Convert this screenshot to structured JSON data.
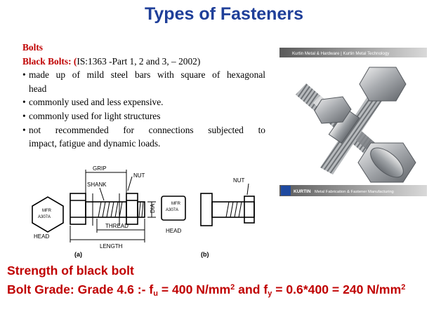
{
  "title": "Types of Fasteners",
  "bolts_heading": "Bolts",
  "black_bolts": {
    "label": "Black Bolts: ",
    "ref_open": "(",
    "ref_text": "IS:1363 -Part 1, 2 and 3, – 2002)"
  },
  "bullets": [
    {
      "line1": "made up of mild steel bars with square of hexagonal",
      "line2": "head"
    },
    {
      "line1": "commonly used and less expensive.",
      "line2": ""
    },
    {
      "line1": "commonly used for light structures",
      "line2": ""
    },
    {
      "line1": "not recommended for connections subjected to",
      "line2": "impact, fatigue and dynamic loads."
    }
  ],
  "bullet_char": "•",
  "photo": {
    "banner_top": "Kurtin Metal & Hardware | Kurtin Metal Technology",
    "banner_bottom_brand": "KURTIN",
    "banner_bottom_text": "Metal Fabrication & Fastener Manufacturing"
  },
  "diagram": {
    "grip": "GRIP",
    "nut_a": "NUT",
    "shank": "SHANK",
    "dia": "DIA",
    "thread": "THREAD",
    "length": "LENGTH",
    "head_a": "HEAD",
    "mfr": "MFR",
    "grade": "A307A",
    "nut_b": "NUT",
    "head_b": "HEAD",
    "label_a": "(a)",
    "label_b": "(b)"
  },
  "strength": {
    "heading": "Strength of black bolt",
    "p1": "Bolt Grade:  Grade 4.6 :- f",
    "sub_u": "u",
    "p2": " = 400 N/mm",
    "sup1": "2",
    "p3": " and f",
    "sub_y": "y",
    "p4": " = 0.6*400 = 240 N/mm",
    "sup2": "2"
  },
  "colors": {
    "title": "#1f3f99",
    "accent_red": "#c00000"
  }
}
